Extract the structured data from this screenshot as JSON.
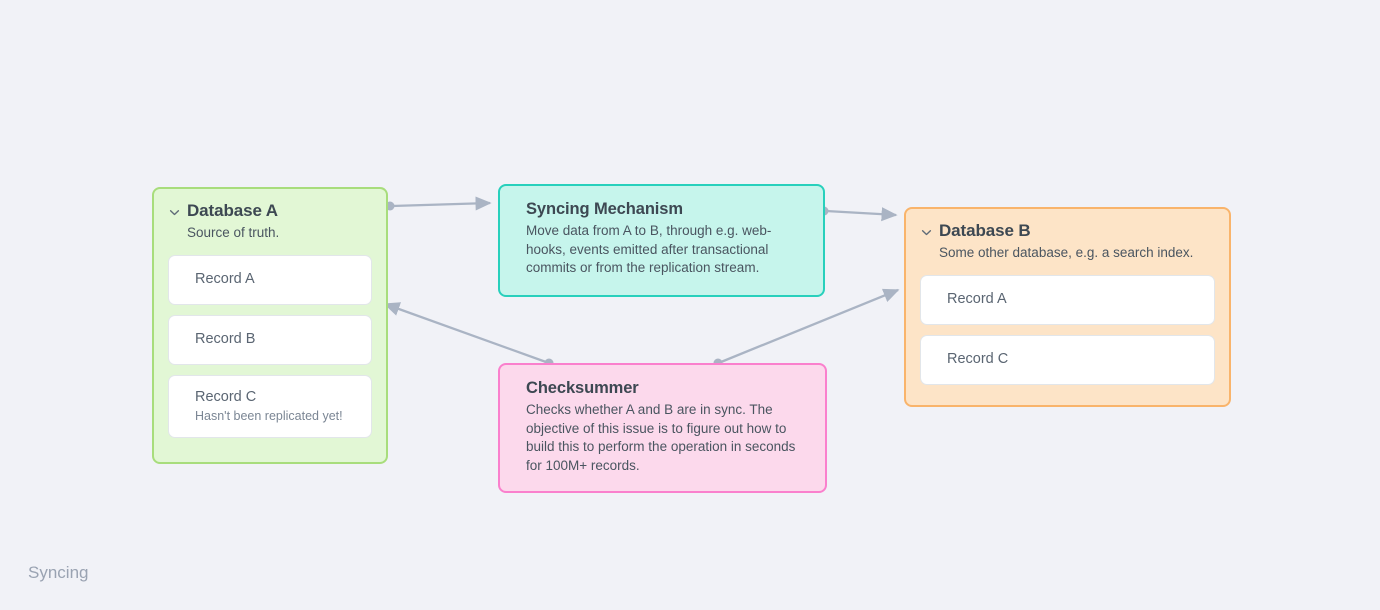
{
  "canvas": {
    "label": "Syncing",
    "background": "#f1f2f7",
    "edge_color": "#aab4c4"
  },
  "nodes": [
    {
      "id": "database-a",
      "title": "Database A",
      "description": "Source of truth.",
      "color_bg": "#e2f7d5",
      "color_border": "#a8dd7c",
      "collapse_icon": "chevron-down-icon",
      "records": [
        {
          "title": "Record A",
          "subtitle": ""
        },
        {
          "title": "Record B",
          "subtitle": ""
        },
        {
          "title": "Record C",
          "subtitle": "Hasn't been replicated yet!"
        }
      ]
    },
    {
      "id": "syncing-mechanism",
      "title": "Syncing Mechanism",
      "description": "Move data from A to B, through e.g. web-hooks, events emitted after transactional commits or from the replication stream.",
      "color_bg": "#c6f5ec",
      "color_border": "#28d0bc"
    },
    {
      "id": "checksummer",
      "title": "Checksummer",
      "description": "Checks whether A and B are in sync. The objective of this issue is to figure out how to build this to perform the operation in seconds for 100M+ records.",
      "color_bg": "#fcd9ec",
      "color_border": "#fa80cd"
    },
    {
      "id": "database-b",
      "title": "Database B",
      "description": "Some other database, e.g. a search index.",
      "color_bg": "#fde4c7",
      "color_border": "#f9b46b",
      "collapse_icon": "chevron-down-icon",
      "records": [
        {
          "title": "Record A",
          "subtitle": ""
        },
        {
          "title": "Record C",
          "subtitle": ""
        }
      ]
    }
  ],
  "edges": [
    {
      "id": "edge-db-a-to-sync",
      "from": "database-a",
      "to": "syncing-mechanism"
    },
    {
      "id": "edge-sync-to-db-b",
      "from": "syncing-mechanism",
      "to": "database-b"
    },
    {
      "id": "edge-checksum-to-db-a",
      "from": "checksummer",
      "to": "database-a"
    },
    {
      "id": "edge-checksum-to-db-b",
      "from": "checksummer",
      "to": "database-b"
    }
  ]
}
